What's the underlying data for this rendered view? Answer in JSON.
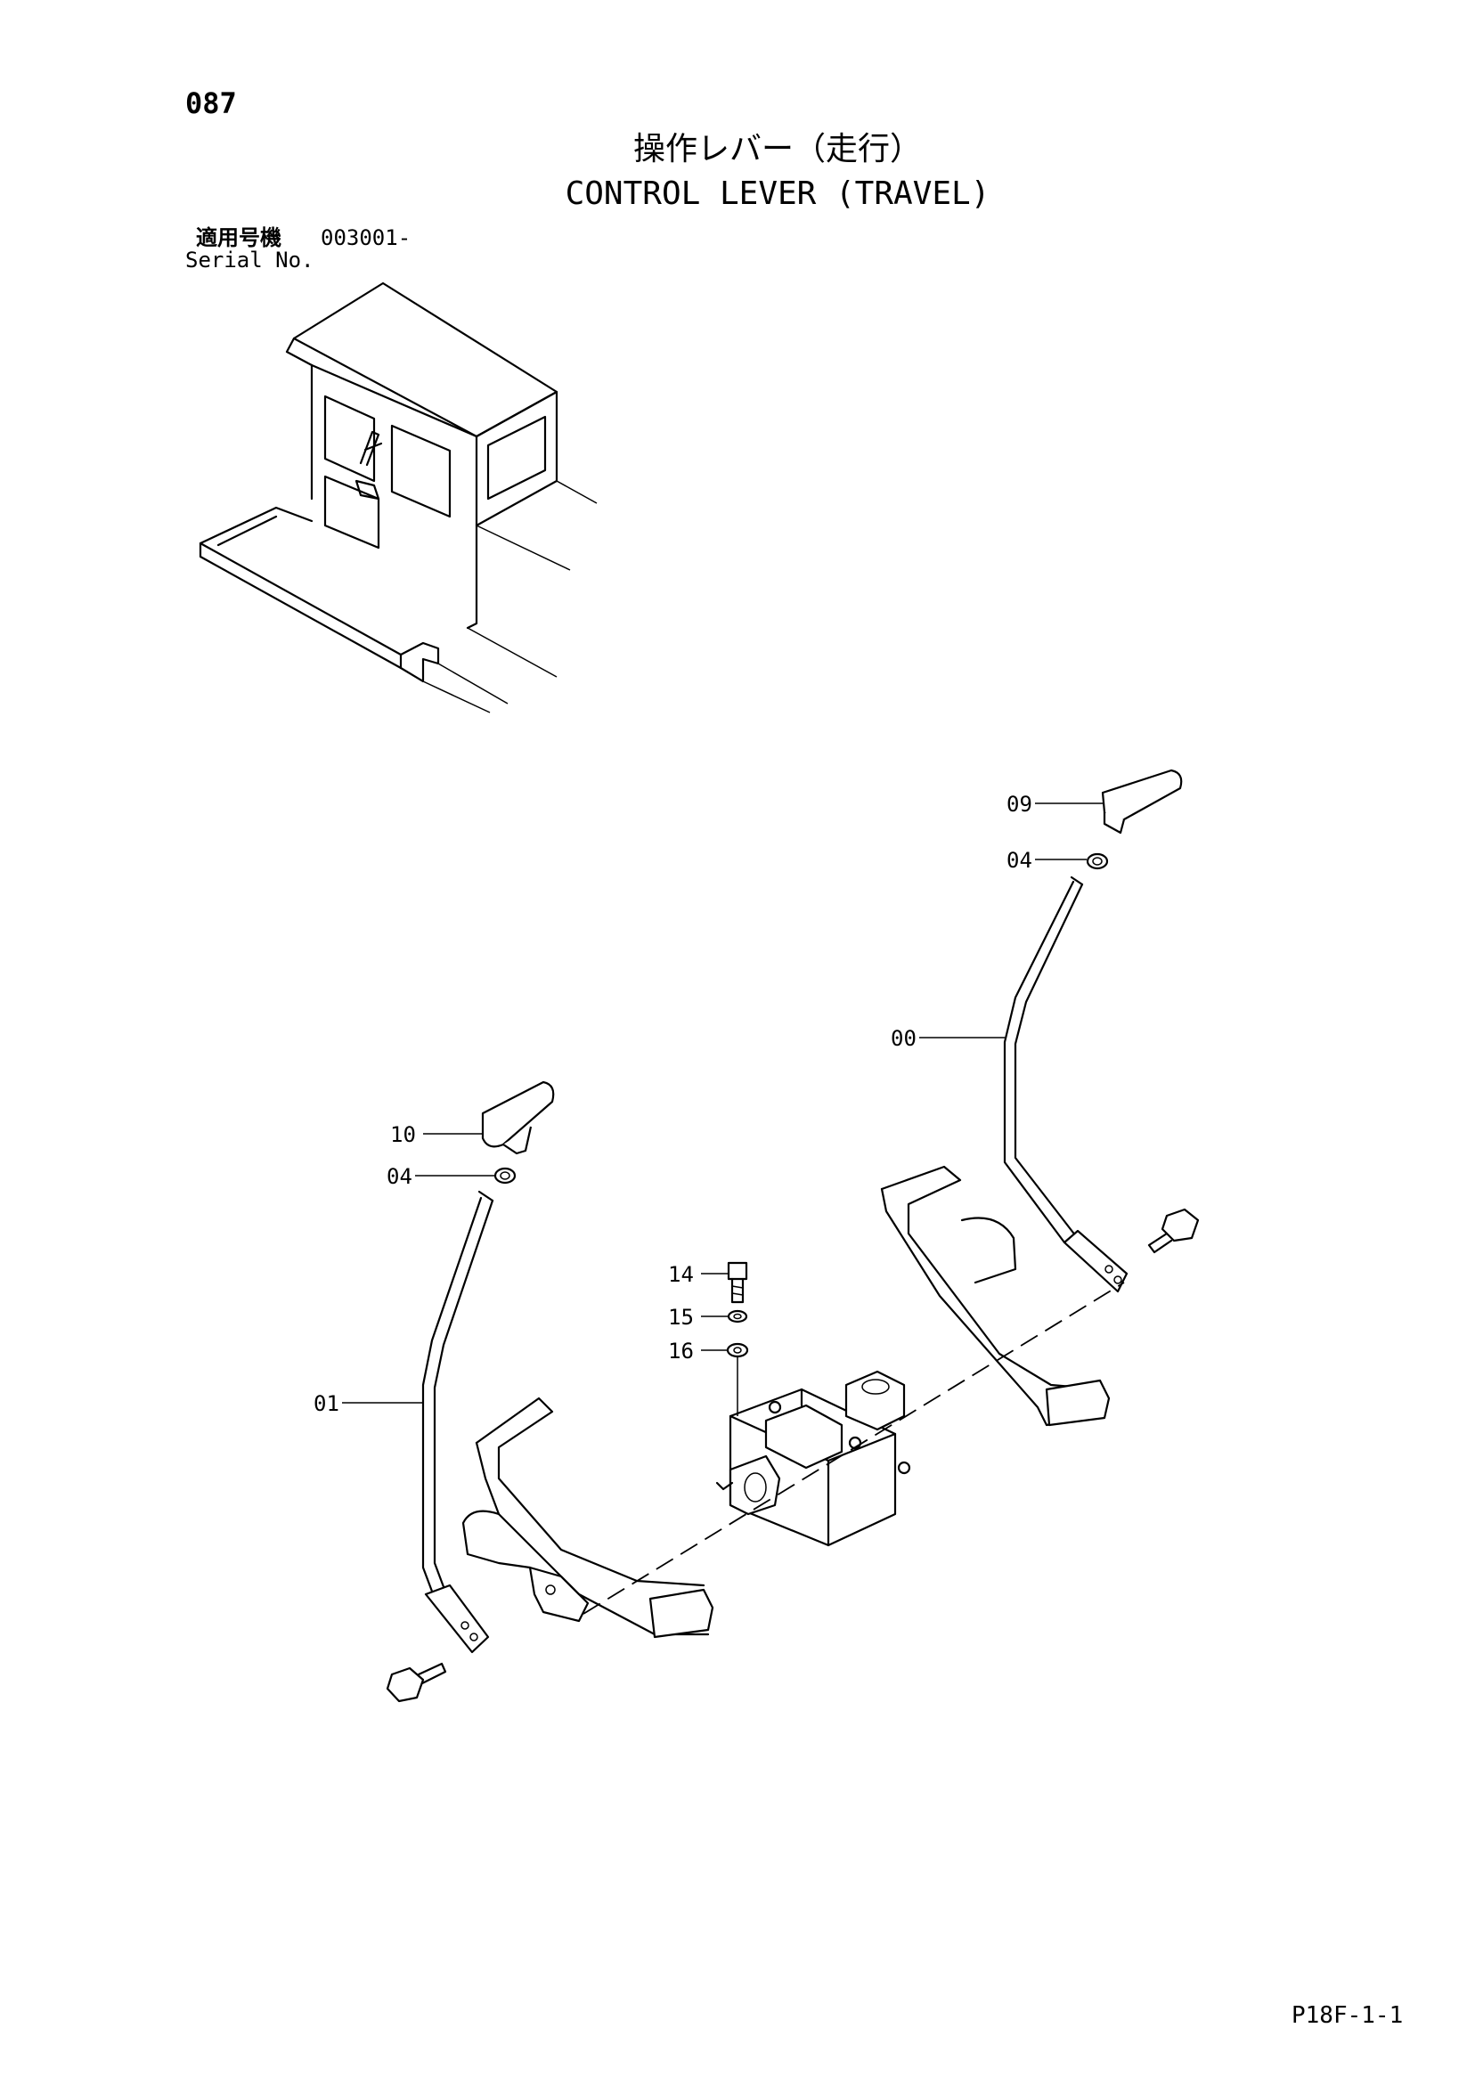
{
  "page_number": "087",
  "title_jp": "操作レバー（走行）",
  "title_en": "CONTROL LEVER (TRAVEL)",
  "serial": {
    "label_jp": "適用号機",
    "value": "003001-",
    "label_en": "Serial No."
  },
  "drawing_code": "P18F-1-1",
  "callouts": {
    "c09": "09",
    "c04_right": "04",
    "c00": "00",
    "c10": "10",
    "c04_left": "04",
    "c14": "14",
    "c15": "15",
    "c16": "16",
    "c01": "01"
  }
}
